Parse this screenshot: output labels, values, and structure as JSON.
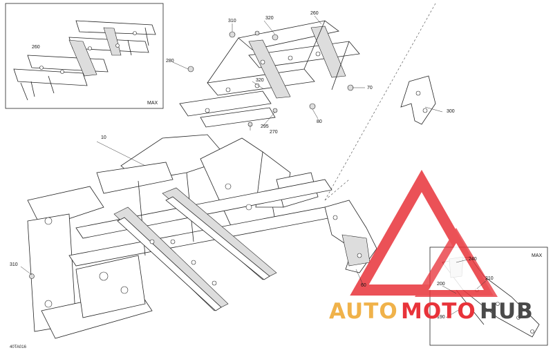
{
  "diagram": {
    "code": "40TA016",
    "callouts": {
      "c10": "10",
      "c60": "60",
      "c70": "70",
      "c80": "80",
      "c190": "190",
      "c200": "200",
      "c210": "210",
      "c240": "240",
      "c260a": "260",
      "c260b": "260",
      "c270": "270",
      "c280": "280",
      "c295": "295",
      "c300": "300",
      "c310a": "310",
      "c310b": "310",
      "c320a": "320",
      "c320b": "320"
    },
    "insets": {
      "top_left_label": "MAX",
      "bottom_right_label": "MAX"
    }
  },
  "watermark": {
    "brand_part1": "AUTO",
    "brand_part2": "MOTO",
    "brand_part3": "HUB",
    "colors": {
      "triangle": "#e8333a",
      "auto": "#f0b24a",
      "moto": "#e8333a",
      "hub": "#4a4a4a"
    }
  }
}
